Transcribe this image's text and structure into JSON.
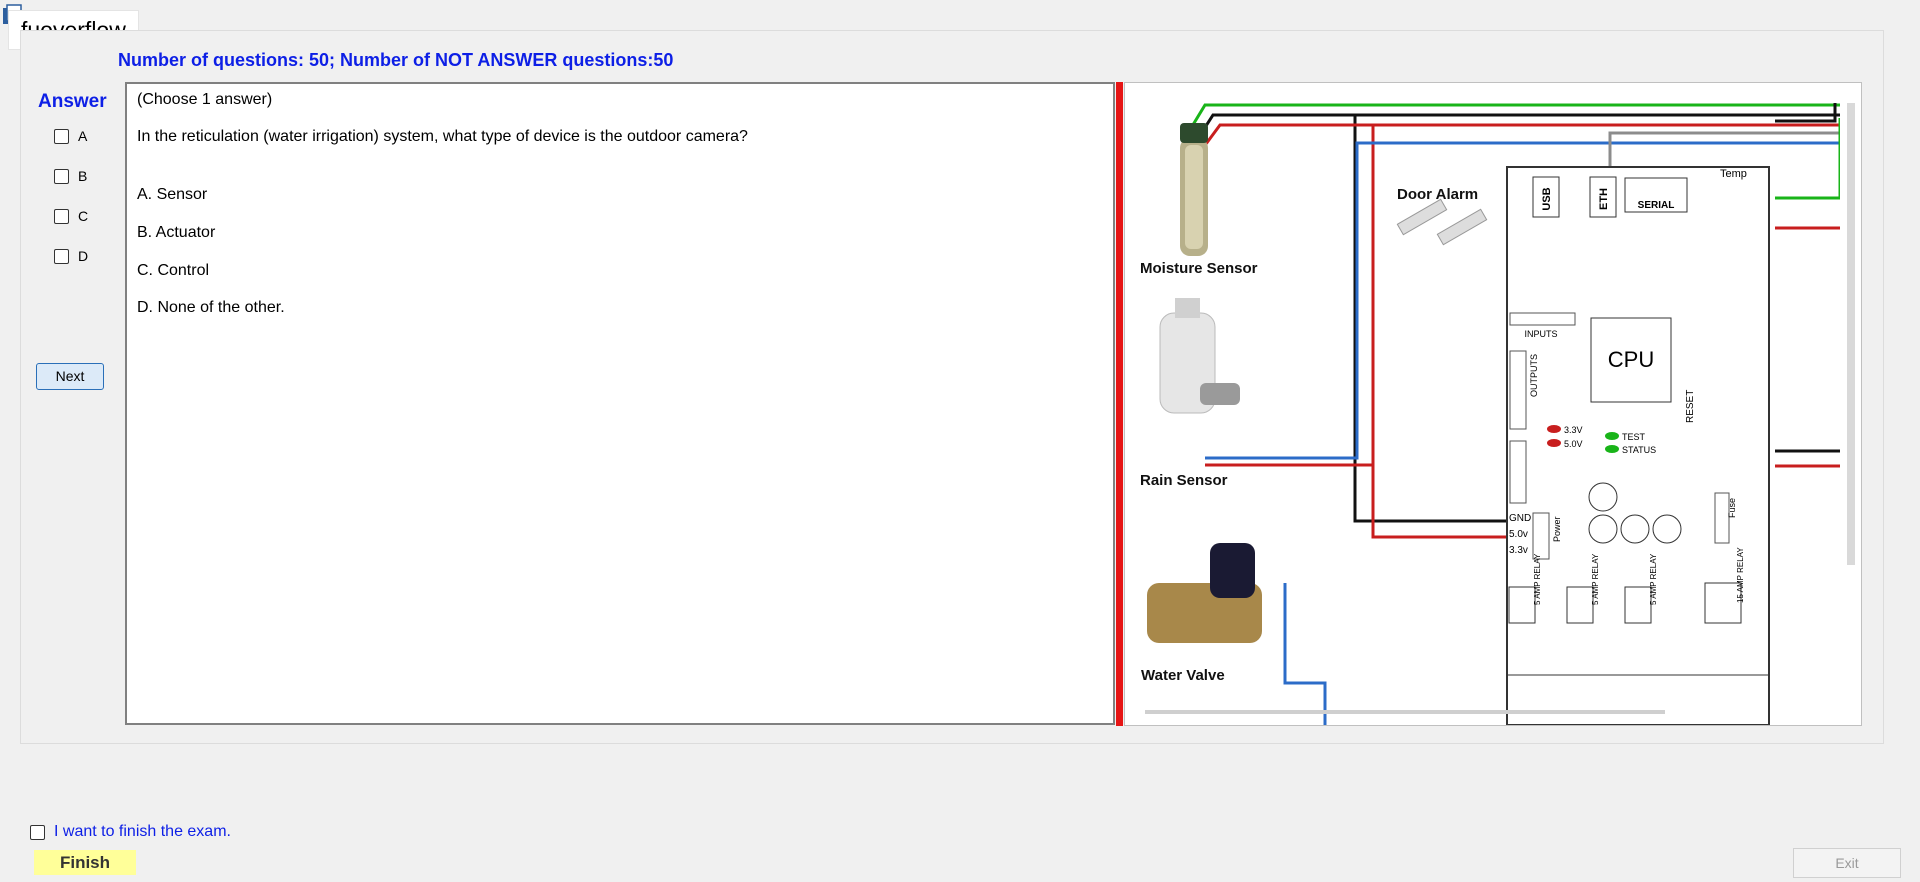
{
  "window": {
    "title": "fuoverflow"
  },
  "summary": "Number of questions: 50; Number of NOT ANSWER questions:50",
  "answer_panel": {
    "title": "Answer",
    "options": [
      "A",
      "B",
      "C",
      "D"
    ],
    "next_label": "Next"
  },
  "question": {
    "instruction": "(Choose 1 answer)",
    "text": "In the reticulation  (water irrigation) system, what type of device is the outdoor camera?",
    "choices": [
      "A.  Sensor",
      "B.  Actuator",
      "C.  Control",
      "D.  None of the other."
    ]
  },
  "diagram": {
    "labels": {
      "moisture": "Moisture Sensor",
      "rain": "Rain Sensor",
      "valve": "Water Valve",
      "door": "Door Alarm",
      "cpu": "CPU",
      "usb": "USB",
      "eth": "ETH",
      "serial": "SERIAL",
      "temp": "Temp",
      "inputs": "INPUTS",
      "outputs": "OUTPUTS",
      "reset": "RESET",
      "power": "Power",
      "fuse": "Fuse",
      "gnd": "GND",
      "v5": "5.0v",
      "v33": "3.3v",
      "led33": "3.3V",
      "led50": "5.0V",
      "test": "TEST",
      "status": "STATUS",
      "relay5": "5 AMP RELAY",
      "relay15": "15 AMP RELAY"
    },
    "colors": {
      "red": "#c81e1e",
      "green": "#19b419",
      "blue": "#2c6cc8",
      "black": "#111111",
      "gray": "#8c8c8c"
    }
  },
  "footer": {
    "finish_check_label": "I want to finish the exam.",
    "finish_label": "Finish",
    "exit_label": "Exit"
  }
}
